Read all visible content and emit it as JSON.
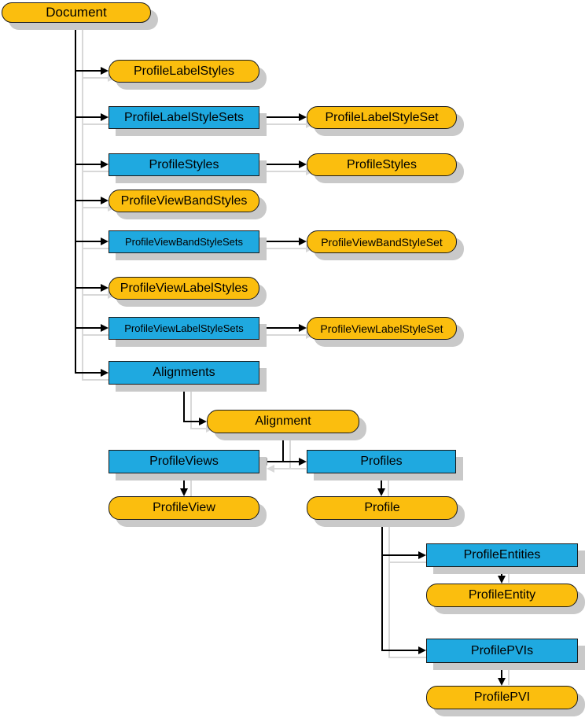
{
  "colors": {
    "object_fill": "#FBBE0E",
    "collection_fill": "#1FA9E0",
    "line": "#000000",
    "border": "#1A1A1A",
    "box_shadow": "#C9C9C9",
    "line_shadow": "#D8D8D8",
    "muted_arrow": "#9E9E9E"
  },
  "nodes": {
    "document": {
      "label": "Document",
      "kind": "object"
    },
    "profileLabelStyles": {
      "label": "ProfileLabelStyles",
      "kind": "object"
    },
    "profileLabelStyleSets": {
      "label": "ProfileLabelStyleSets",
      "kind": "collection"
    },
    "profileLabelStyleSet": {
      "label": "ProfileLabelStyleSet",
      "kind": "object"
    },
    "profileStylesCollection": {
      "label": "ProfileStyles",
      "kind": "collection"
    },
    "profileStylesObject": {
      "label": "ProfileStyles",
      "kind": "object"
    },
    "profileViewBandStyles": {
      "label": "ProfileViewBandStyles",
      "kind": "object"
    },
    "profileViewBandStyleSets": {
      "label": "ProfileViewBandStyleSets",
      "kind": "collection"
    },
    "profileViewBandStyleSet": {
      "label": "ProfileViewBandStyleSet",
      "kind": "object"
    },
    "profileViewLabelStyles": {
      "label": "ProfileViewLabelStyles",
      "kind": "object"
    },
    "profileViewLabelStyleSets": {
      "label": "ProfileViewLabelStyleSets",
      "kind": "collection"
    },
    "profileViewLabelStyleSet": {
      "label": "ProfileViewLabelStyleSet",
      "kind": "object"
    },
    "alignments": {
      "label": "Alignments",
      "kind": "collection"
    },
    "alignment": {
      "label": "Alignment",
      "kind": "object"
    },
    "profileViews": {
      "label": "ProfileViews",
      "kind": "collection"
    },
    "profiles": {
      "label": "Profiles",
      "kind": "collection"
    },
    "profileView": {
      "label": "ProfileView",
      "kind": "object"
    },
    "profile": {
      "label": "Profile",
      "kind": "object"
    },
    "profileEntities": {
      "label": "ProfileEntities",
      "kind": "collection"
    },
    "profileEntity": {
      "label": "ProfileEntity",
      "kind": "object"
    },
    "profilePVIs": {
      "label": "ProfilePVIs",
      "kind": "collection"
    },
    "profilePVI": {
      "label": "ProfilePVI",
      "kind": "object"
    }
  },
  "edges": [
    {
      "from": "document",
      "to": "profileLabelStyles"
    },
    {
      "from": "document",
      "to": "profileLabelStyleSets"
    },
    {
      "from": "document",
      "to": "profileStylesCollection"
    },
    {
      "from": "document",
      "to": "profileViewBandStyles"
    },
    {
      "from": "document",
      "to": "profileViewBandStyleSets"
    },
    {
      "from": "document",
      "to": "profileViewLabelStyles"
    },
    {
      "from": "document",
      "to": "profileViewLabelStyleSets"
    },
    {
      "from": "document",
      "to": "alignments"
    },
    {
      "from": "profileLabelStyleSets",
      "to": "profileLabelStyleSet"
    },
    {
      "from": "profileStylesCollection",
      "to": "profileStylesObject"
    },
    {
      "from": "profileViewBandStyleSets",
      "to": "profileViewBandStyleSet"
    },
    {
      "from": "profileViewLabelStyleSets",
      "to": "profileViewLabelStyleSet"
    },
    {
      "from": "alignments",
      "to": "alignment"
    },
    {
      "from": "alignment",
      "to": "profileViews"
    },
    {
      "from": "alignment",
      "to": "profiles"
    },
    {
      "from": "profileViews",
      "to": "profileView"
    },
    {
      "from": "profiles",
      "to": "profile"
    },
    {
      "from": "profile",
      "to": "profileEntities"
    },
    {
      "from": "profile",
      "to": "profilePVIs"
    },
    {
      "from": "profileEntities",
      "to": "profileEntity"
    },
    {
      "from": "profilePVIs",
      "to": "profilePVI"
    }
  ]
}
